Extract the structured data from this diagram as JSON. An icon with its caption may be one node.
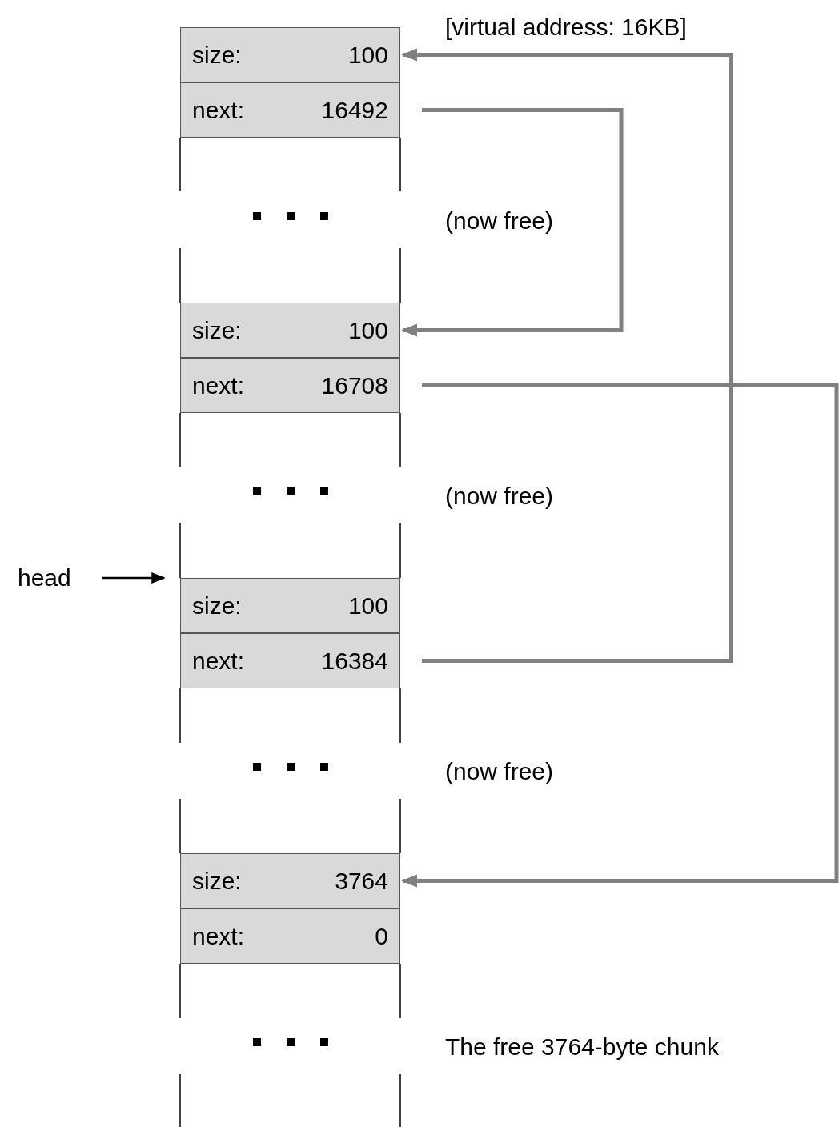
{
  "diagram": {
    "nodes": [
      {
        "text": [
          "size:",
          "100"
        ]
      },
      {
        "text": [
          "next:",
          "16492"
        ]
      },
      {
        "text": [
          "size:",
          "100"
        ]
      },
      {
        "text": [
          "next:",
          "16708"
        ]
      },
      {
        "text": [
          "head"
        ]
      },
      {
        "text": [
          "size:",
          "100"
        ]
      },
      {
        "text": [
          "next:",
          "16384"
        ]
      },
      {
        "text": [
          "size:",
          "3764"
        ]
      },
      {
        "text": [
          "next:",
          "0"
        ]
      }
    ],
    "edges": [
      {
        "from": 1,
        "to": 2,
        "arrow": "to"
      },
      {
        "from": 3,
        "to": 7,
        "arrow": "to"
      },
      {
        "from": 4,
        "to": 5,
        "arrow": "to",
        "color": "#000000"
      },
      {
        "from": 6,
        "to": 0,
        "arrow": "to"
      }
    ],
    "labels": [
      "[virtual address: 16KB]",
      "(now free)",
      "(now free)",
      "(now free)",
      "The free 3764-byte chunk"
    ]
  }
}
